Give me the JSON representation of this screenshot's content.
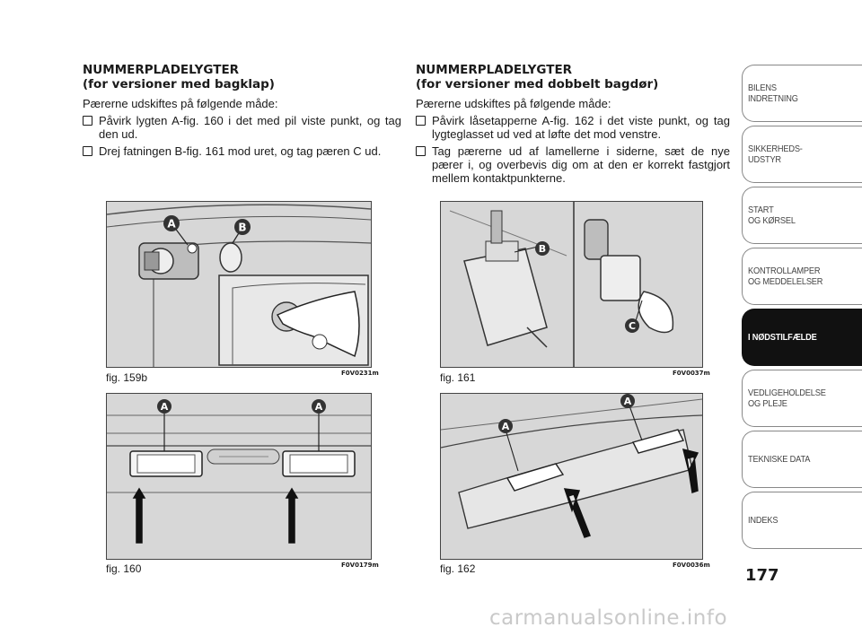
{
  "left": {
    "title_1": "NUMMERPLADELYGTER",
    "title_2": "(for versioner med bagklap)",
    "intro": "Pærerne udskiftes på følgende måde:",
    "steps": [
      "Påvirk lygten A-fig. 160 i det med pil viste punkt, og tag den ud.",
      "Drej fatningen B-fig. 161 mod uret, og tag pæren C ud."
    ]
  },
  "right": {
    "title_1": "NUMMERPLADELYGTER",
    "title_2": "(for versioner med dobbelt bagdør)",
    "intro": "Pærerne udskiftes på følgende måde:",
    "steps": [
      "Påvirk låsetapperne A-fig. 162 i det viste punkt, og tag lygteglasset ud ved at løfte det mod venstre.",
      "Tag pærerne ud af lamellerne i siderne, sæt de nye pærer i, og overbevis dig om at den er korrekt fastgjort mellem kontaktpunkterne."
    ]
  },
  "figures": {
    "fig159b": {
      "caption": "fig. 159b",
      "code": "F0V0231m",
      "label_a": "A",
      "label_b": "B"
    },
    "fig160": {
      "caption": "fig. 160",
      "code": "F0V0179m",
      "label_a": "A"
    },
    "fig161": {
      "caption": "fig. 161",
      "code": "F0V0037m",
      "label_b": "B",
      "label_c": "C"
    },
    "fig162": {
      "caption": "fig. 162",
      "code": "F0V0036m",
      "label_a": "A"
    }
  },
  "tabs": [
    {
      "label": "BILENS\nINDRETNING",
      "active": false
    },
    {
      "label": "SIKKERHEDS-\nUDSTYR",
      "active": false
    },
    {
      "label": "START\nOG KØRSEL",
      "active": false
    },
    {
      "label": "KONTROLLAMPER\nOG MEDDELELSER",
      "active": false
    },
    {
      "label": "I NØDSTILFÆLDE",
      "active": true
    },
    {
      "label": "VEDLIGEHOLDELSE\nOG PLEJE",
      "active": false
    },
    {
      "label": "TEKNISKE DATA",
      "active": false
    },
    {
      "label": "INDEKS",
      "active": false
    }
  ],
  "page_number": "177",
  "watermark": "carmanualsonline.info"
}
